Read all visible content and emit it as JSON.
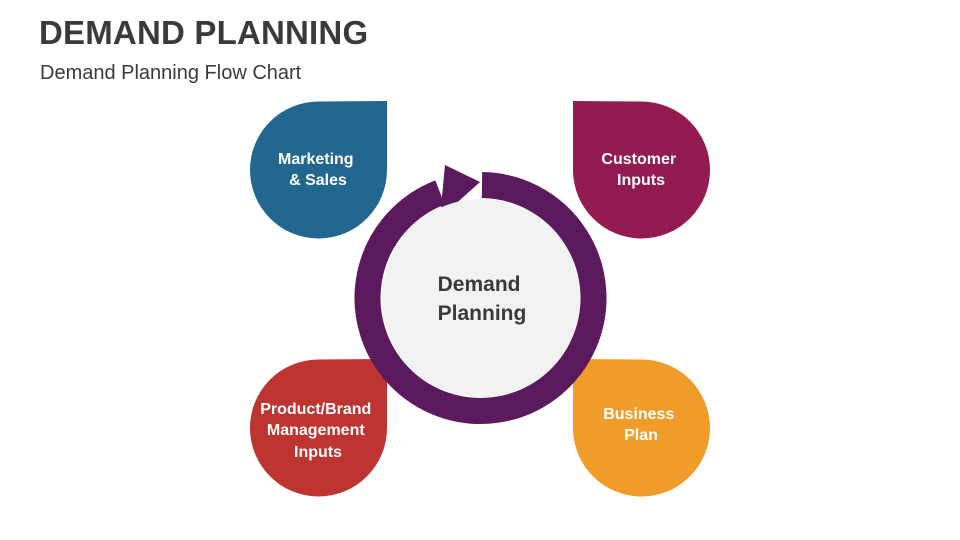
{
  "header": {
    "title": "DEMAND PLANNING",
    "subtitle": "Demand Planning Flow Chart"
  },
  "center": {
    "lines": [
      "Demand",
      "Planning"
    ],
    "ring_color": "#5c1a5e",
    "fill_color": "#f2f2f2"
  },
  "nodes": [
    {
      "id": "marketing-sales",
      "lines": [
        "Marketing",
        "& Sales"
      ],
      "color": "#22678f"
    },
    {
      "id": "customer-inputs",
      "lines": [
        "Customer",
        "Inputs"
      ],
      "color": "#941b51"
    },
    {
      "id": "product-brand",
      "lines": [
        "Product/Brand",
        "Management",
        "Inputs"
      ],
      "color": "#bd3431"
    },
    {
      "id": "business-plan",
      "lines": [
        "Business",
        "Plan"
      ],
      "color": "#ef9c2a"
    }
  ]
}
